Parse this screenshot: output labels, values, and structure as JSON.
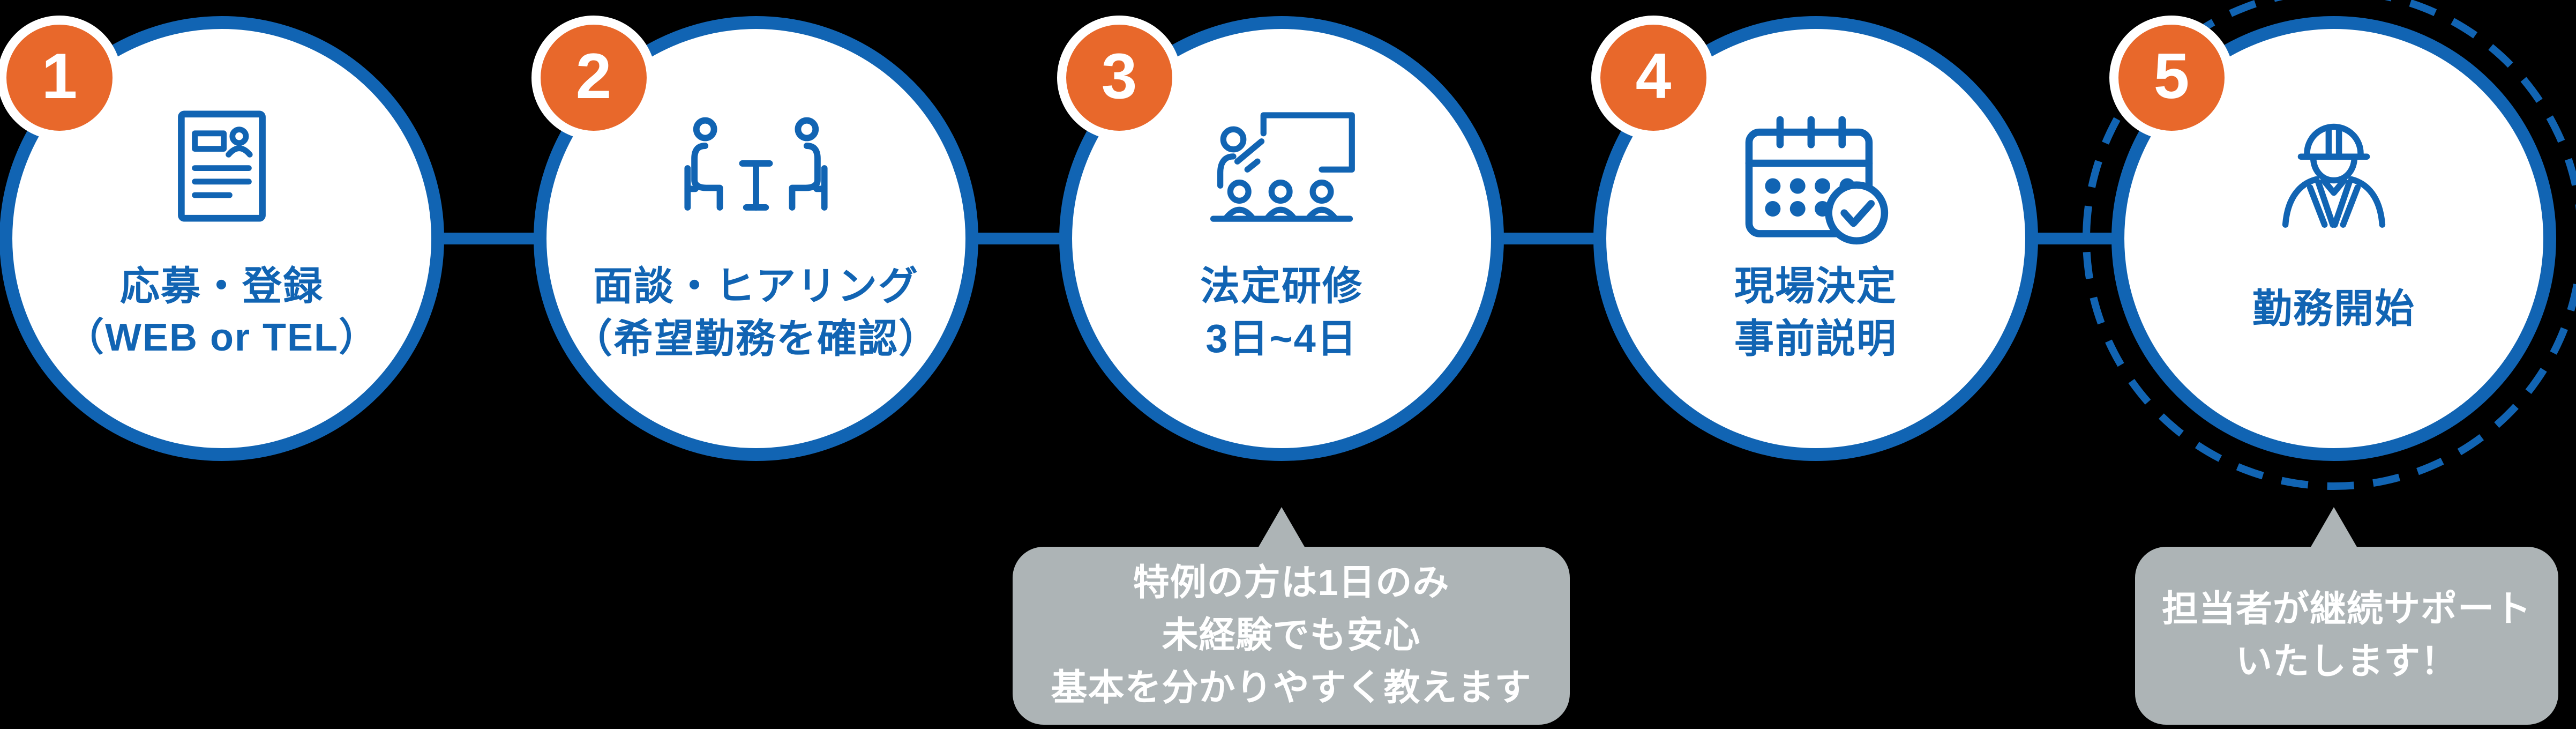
{
  "diagram": {
    "name": "recruitment-flow",
    "background": "#000000",
    "colors": {
      "blue": "#1164B3",
      "orange": "#E8682B",
      "badge_ring": "#FFFFFF",
      "circle_fill": "#FFFFFF",
      "tooltip_bg": "#ADB4B6",
      "tooltip_text": "#FFFFFF"
    },
    "steps": [
      {
        "number": "1",
        "icon": "resume-document-icon",
        "lines": [
          "応募・登録",
          "（WEB or TEL）"
        ]
      },
      {
        "number": "2",
        "icon": "interview-discussion-icon",
        "lines": [
          "面談・ヒアリング",
          "（希望勤務を確認）"
        ]
      },
      {
        "number": "3",
        "icon": "training-lecture-icon",
        "lines": [
          "法定研修",
          "3日~4日"
        ]
      },
      {
        "number": "4",
        "icon": "calendar-check-icon",
        "lines": [
          "現場決定",
          "事前説明"
        ]
      },
      {
        "number": "5",
        "icon": "construction-worker-icon",
        "lines": [
          "勤務開始"
        ]
      }
    ],
    "tooltips": [
      {
        "target_step": "3",
        "lines": [
          "特例の方は1日のみ",
          "未経験でも安心",
          "基本を分かりやすく教えます"
        ]
      },
      {
        "target_step": "5",
        "lines": [
          "担当者が継続サポート",
          "いたします！"
        ]
      }
    ]
  }
}
